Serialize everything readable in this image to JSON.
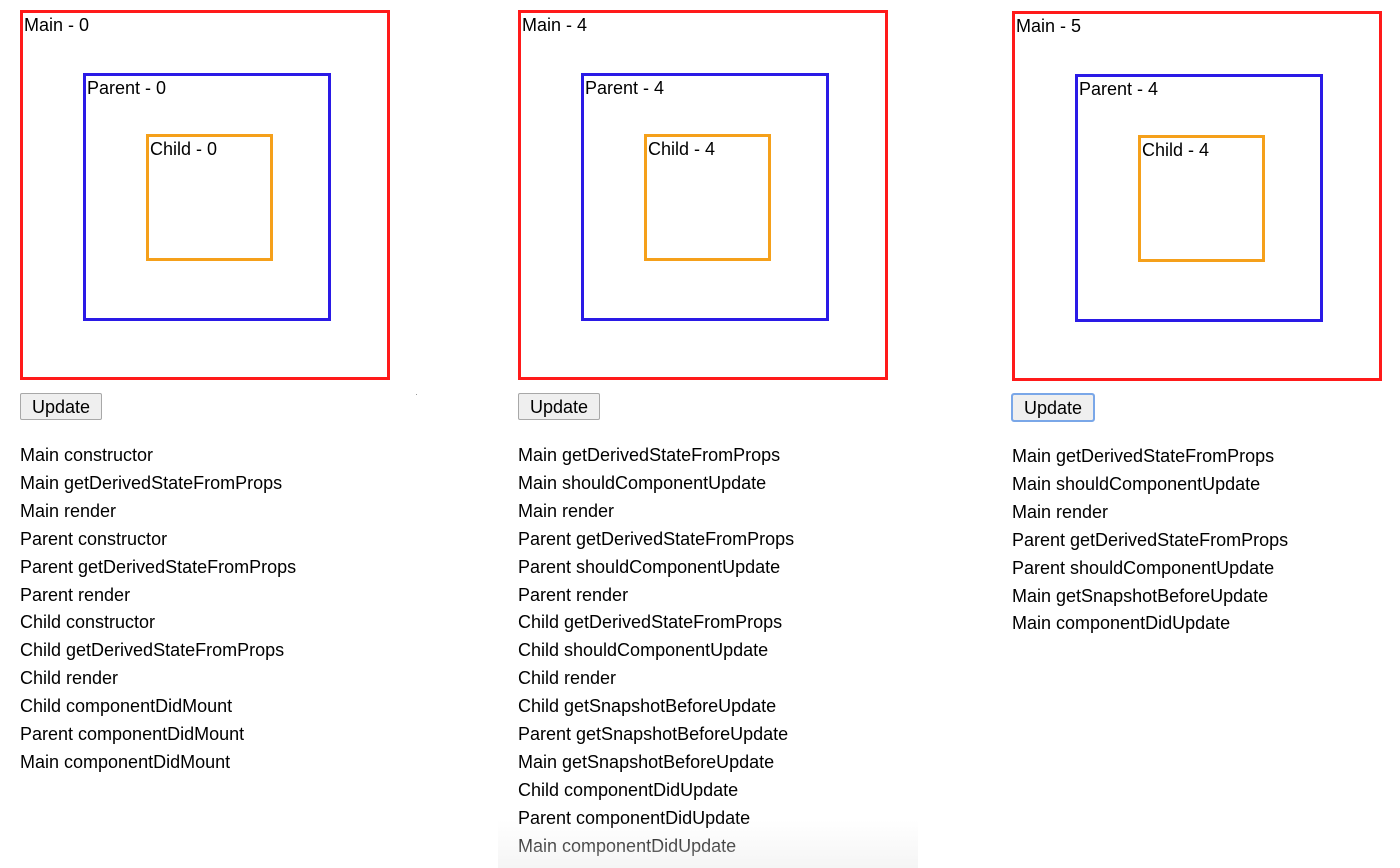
{
  "colors": {
    "main": "#ff1a1a",
    "parent": "#2a1ae6",
    "child": "#f5a01a"
  },
  "panels": [
    {
      "main_label": "Main - 0",
      "parent_label": "Parent - 0",
      "child_label": "Child - 0",
      "button_label": "Update",
      "button_focused": false,
      "log": [
        "Main constructor",
        "Main getDerivedStateFromProps",
        "Main render",
        "Parent constructor",
        "Parent getDerivedStateFromProps",
        "Parent render",
        "Child constructor",
        "Child getDerivedStateFromProps",
        "Child render",
        "Child componentDidMount",
        "Parent componentDidMount",
        "Main componentDidMount"
      ]
    },
    {
      "main_label": "Main - 4",
      "parent_label": "Parent - 4",
      "child_label": "Child - 4",
      "button_label": "Update",
      "button_focused": false,
      "log": [
        "Main getDerivedStateFromProps",
        "Main shouldComponentUpdate",
        "Main render",
        "Parent getDerivedStateFromProps",
        "Parent shouldComponentUpdate",
        "Parent render",
        "Child getDerivedStateFromProps",
        "Child shouldComponentUpdate",
        "Child render",
        "Child getSnapshotBeforeUpdate",
        "Parent getSnapshotBeforeUpdate",
        "Main getSnapshotBeforeUpdate",
        "Child componentDidUpdate",
        "Parent componentDidUpdate",
        "Main componentDidUpdate"
      ]
    },
    {
      "main_label": "Main - 5",
      "parent_label": "Parent - 4",
      "child_label": "Child - 4",
      "button_label": "Update",
      "button_focused": true,
      "log": [
        "Main getDerivedStateFromProps",
        "Main shouldComponentUpdate",
        "Main render",
        "Parent getDerivedStateFromProps",
        "Parent shouldComponentUpdate",
        "Main getSnapshotBeforeUpdate",
        "Main componentDidUpdate"
      ]
    }
  ]
}
